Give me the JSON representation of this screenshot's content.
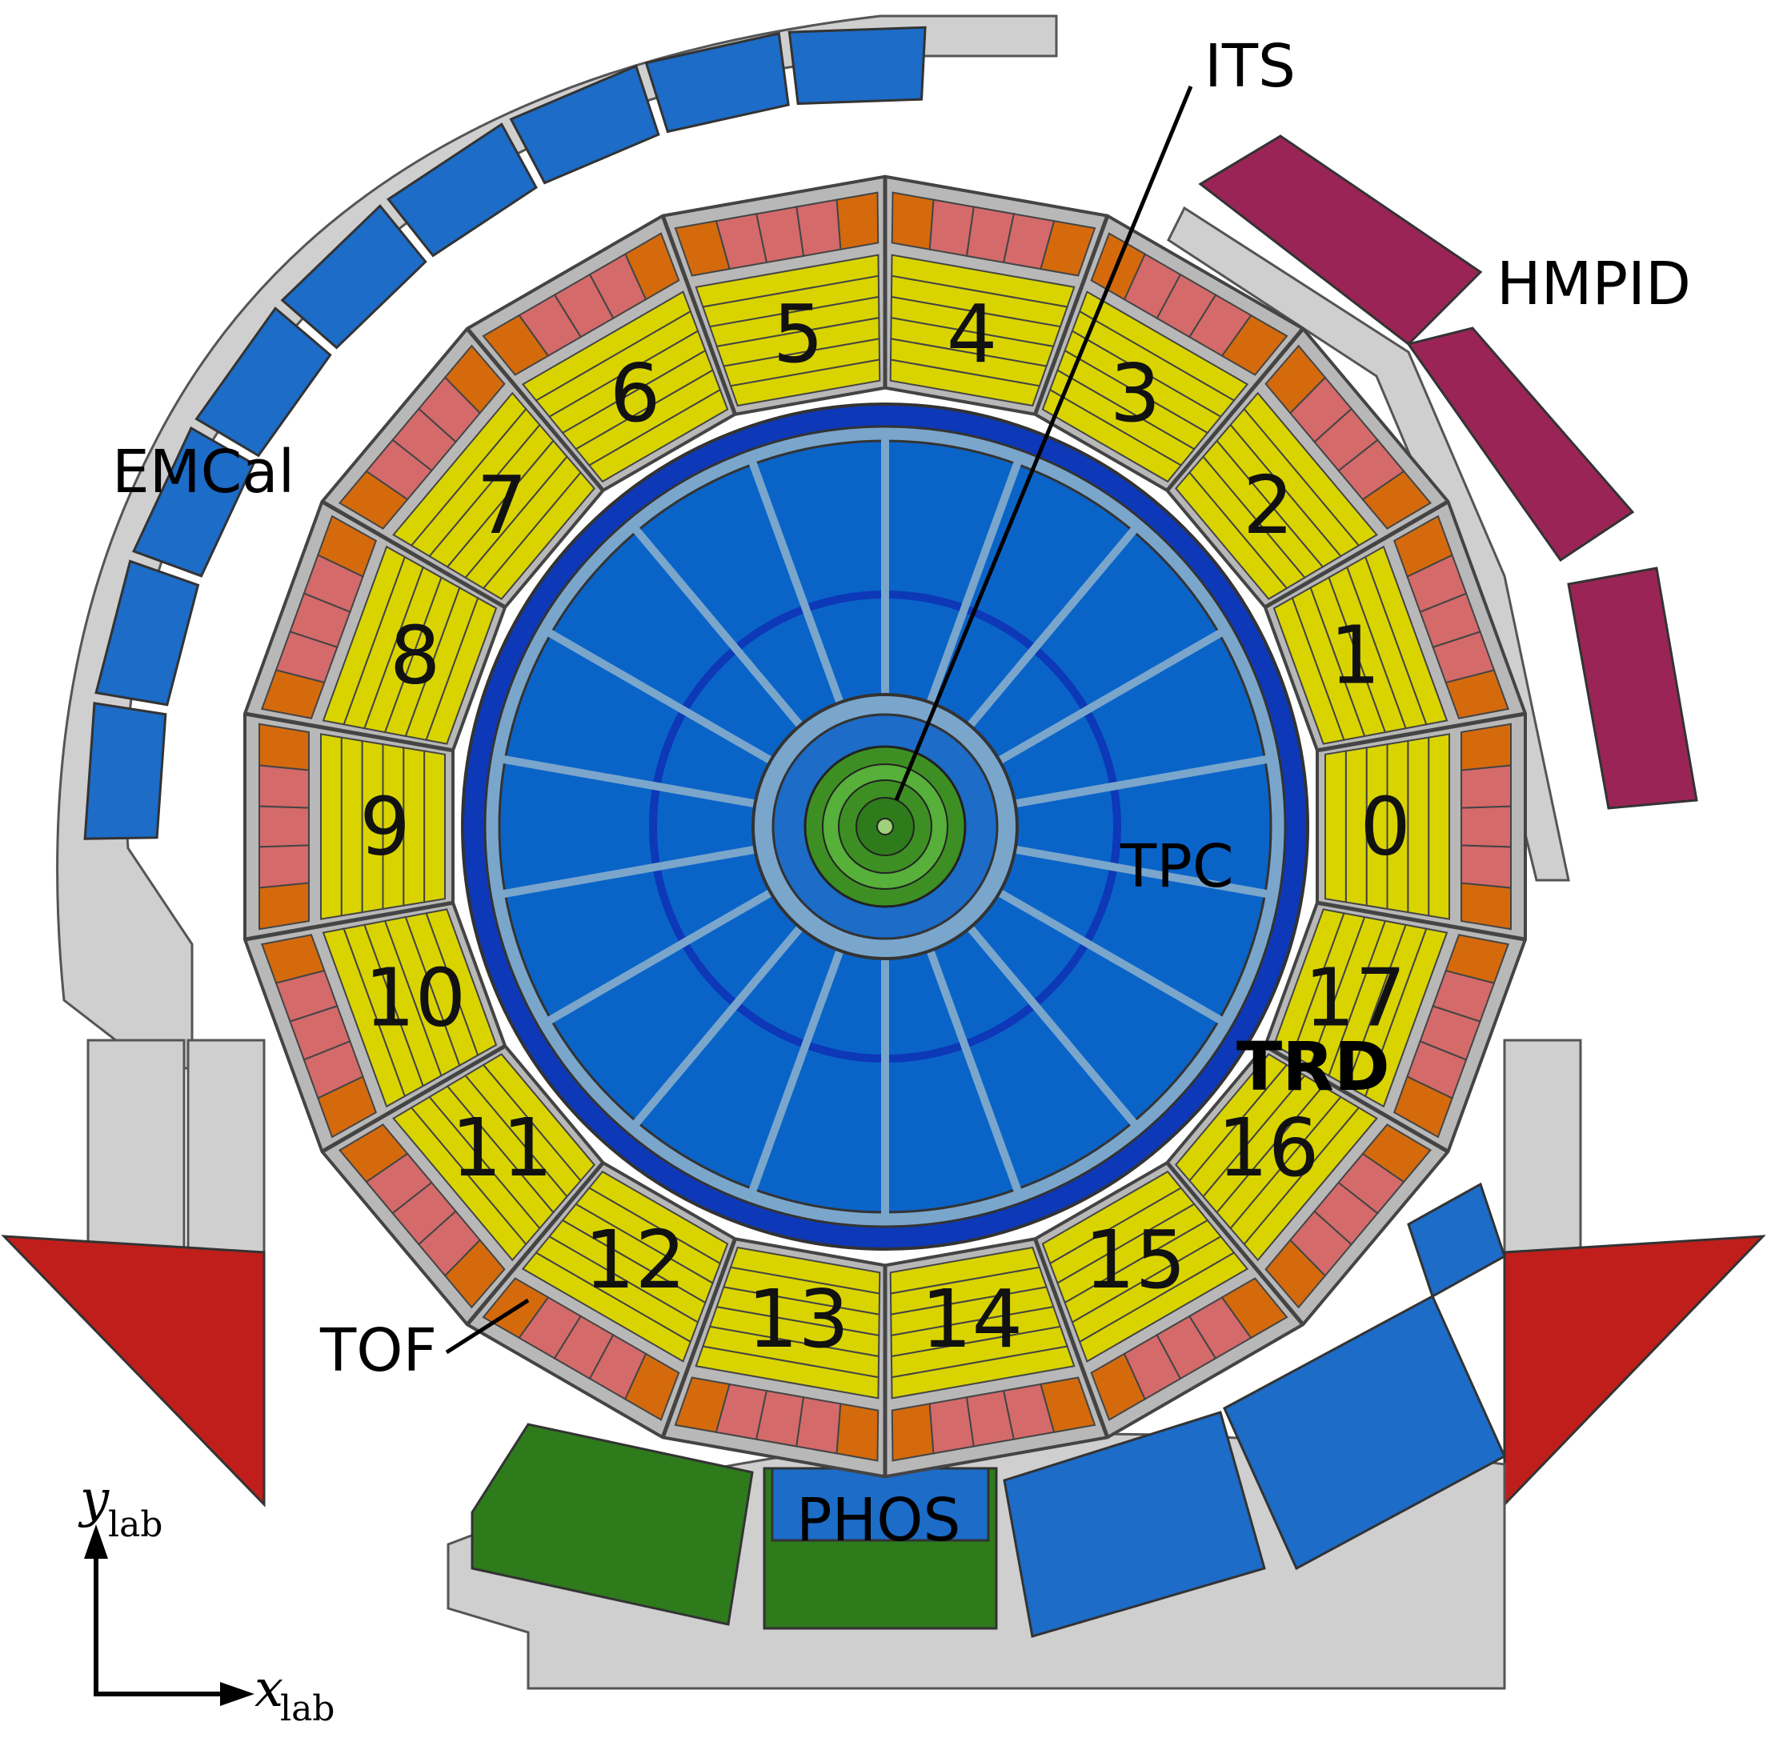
{
  "labels": {
    "its": "ITS",
    "hmpid": "HMPID",
    "emcal": "EMCal",
    "tpc": "TPC",
    "trd": "TRD",
    "tof": "TOF",
    "phos": "PHOS"
  },
  "axes": {
    "y_main": "y",
    "y_sub": "lab",
    "x_main": "x",
    "x_sub": "lab"
  },
  "sectors": [
    "0",
    "1",
    "2",
    "3",
    "4",
    "5",
    "6",
    "7",
    "8",
    "9",
    "10",
    "11",
    "12",
    "13",
    "14",
    "15",
    "16",
    "17"
  ],
  "colors": {
    "trd_yellow": "#d9d400",
    "tof_pink": "#d46a6a",
    "tof_orange": "#d46a0c",
    "tpc_blue": "#0a64c8",
    "tpc_dark_blue": "#0d38b8",
    "tpc_light": "#7aa6cc",
    "its_green": "#3e8f23",
    "emcal_blue": "#1c6cc8",
    "hmpid_magenta": "#9b2457",
    "phos_green": "#2e7b1c",
    "support_red": "#c01e1a",
    "frame_grey": "#cfcfcf"
  }
}
